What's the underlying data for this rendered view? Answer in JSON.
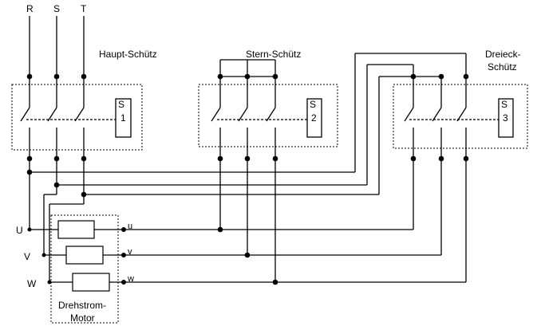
{
  "phases": [
    "R",
    "S",
    "T"
  ],
  "contactors": [
    {
      "title": [
        "Haupt-Schütz"
      ],
      "label": [
        "S",
        "1"
      ]
    },
    {
      "title": [
        "Stern-Schütz"
      ],
      "label": [
        "S",
        "2"
      ]
    },
    {
      "title": [
        "Dreieck-",
        "Schütz"
      ],
      "label": [
        "S",
        "3"
      ]
    }
  ],
  "motor_terminals": [
    "U",
    "V",
    "W"
  ],
  "winding_ends": [
    "u",
    "v",
    "w"
  ],
  "motor_label": [
    "Drehstrom-",
    "Motor"
  ]
}
